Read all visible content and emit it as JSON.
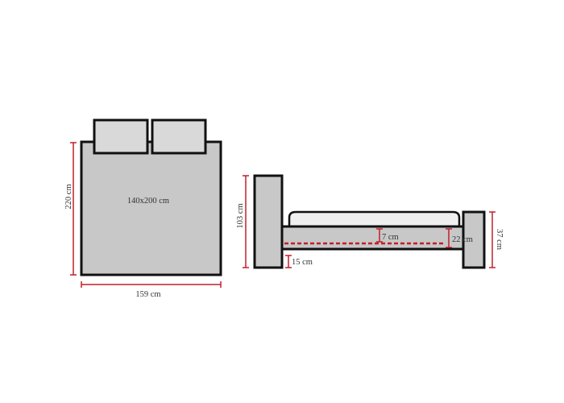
{
  "top_view": {
    "mattress_size_label": "140x200 cm",
    "length_label": "220 cm",
    "width_label": "159 cm"
  },
  "side_view": {
    "headboard_height_label": "103 cm",
    "footboard_height_label": "37 cm",
    "mattress_recess_label": "7 cm",
    "frame_height_label": "22 cm",
    "clearance_label": "15 cm"
  },
  "colors": {
    "dimension": "#c0202a",
    "fill": "#c8c8c8",
    "outline": "#111111"
  }
}
